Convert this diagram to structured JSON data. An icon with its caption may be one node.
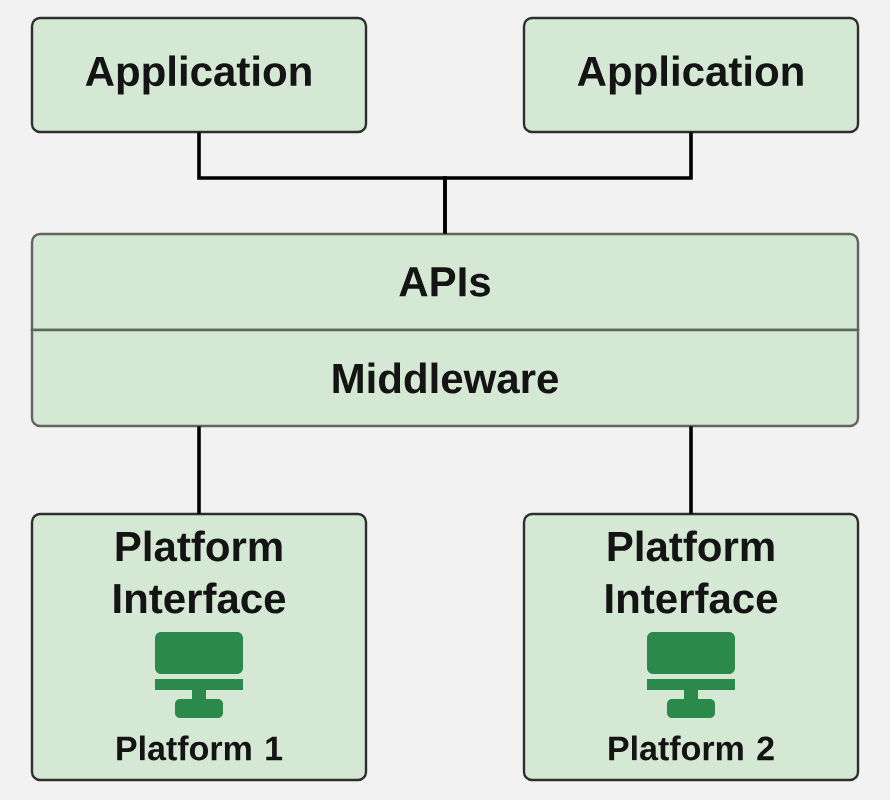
{
  "diagram": {
    "nodes": [
      {
        "text": [
          "Application"
        ]
      },
      {
        "text": [
          "Application"
        ]
      },
      {
        "text": [
          "APIs"
        ]
      },
      {
        "text": [
          "Middleware"
        ]
      },
      {
        "text": [
          "Platform Interface",
          "Platform 1"
        ]
      },
      {
        "text": [
          "Platform Interface",
          "Platform 2"
        ]
      }
    ],
    "edges": [
      {
        "from": 0,
        "to": 2,
        "arrow": "none"
      },
      {
        "from": 1,
        "to": 2,
        "arrow": "none"
      },
      {
        "from": 3,
        "to": 4,
        "arrow": "none"
      },
      {
        "from": 3,
        "to": 5,
        "arrow": "none"
      }
    ]
  }
}
